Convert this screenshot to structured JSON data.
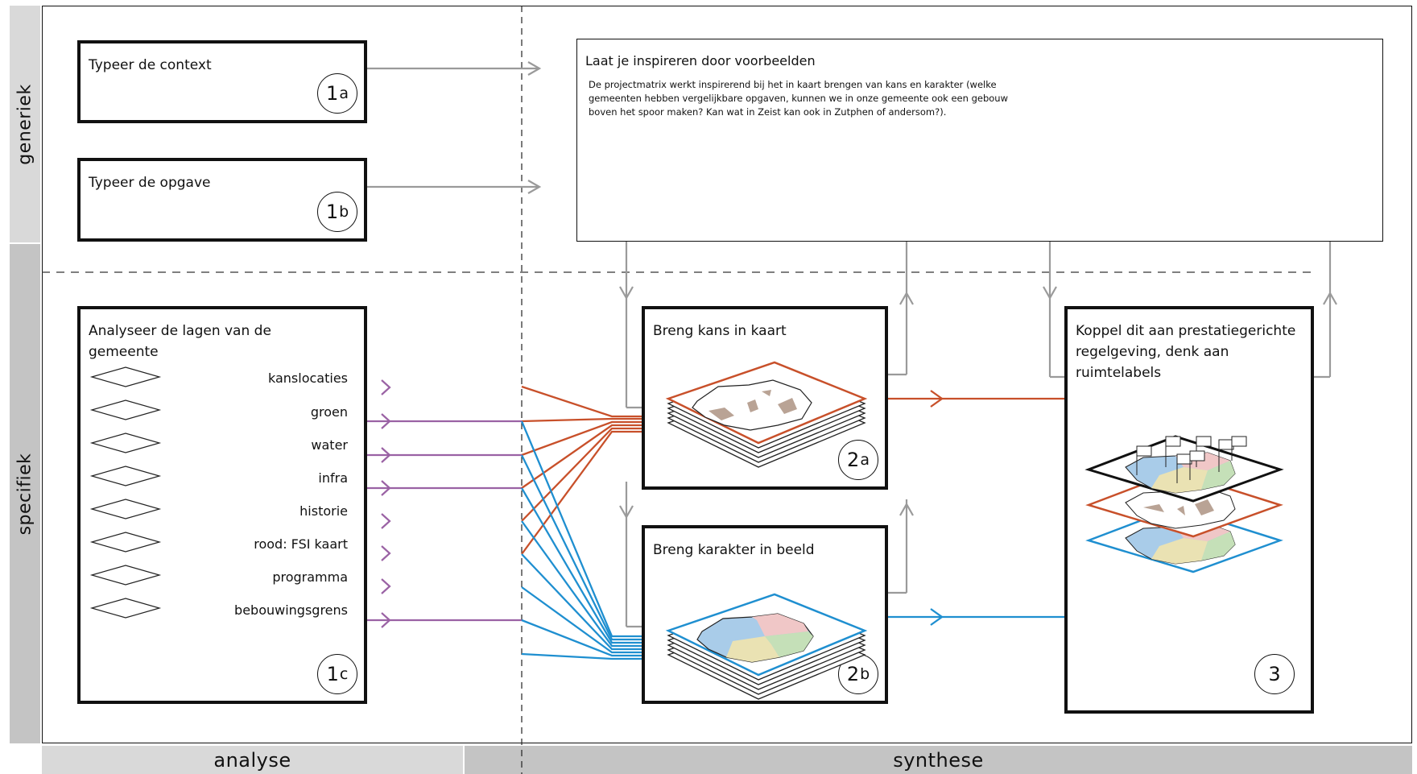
{
  "axes": {
    "rows": [
      "generiek",
      "specifiek"
    ],
    "columns": [
      "analyse",
      "synthese"
    ]
  },
  "steps": {
    "s1a": {
      "title": "Typeer de context",
      "badge_num": "1",
      "badge_letter": "a"
    },
    "s1b": {
      "title": "Typeer de opgave",
      "badge_num": "1",
      "badge_letter": "b"
    },
    "s1c": {
      "title": "Analyseer de lagen van de gemeente",
      "badge_num": "1",
      "badge_letter": "c",
      "layers": [
        "kanslocaties",
        "groen",
        "water",
        "infra",
        "historie",
        "rood: FSI kaart",
        "programma",
        "bebouwingsgrens"
      ]
    },
    "inspire": {
      "title": "Laat je inspireren door voorbeelden",
      "description": "De projectmatrix werkt inspirerend bij het in kaart brengen van kans en karakter (welke gemeenten hebben vergelijkbare opgaven, kunnen we in onze gemeente ook een gebouw boven het spoor maken? Kan wat in Zeist kan ook in Zutphen of andersom?)."
    },
    "s2a": {
      "title": "Breng kans in kaart",
      "badge_num": "2",
      "badge_letter": "a"
    },
    "s2b": {
      "title": "Breng karakter in beeld",
      "badge_num": "2",
      "badge_letter": "b"
    },
    "s3": {
      "title": "Koppel dit aan prestatiegerichte regelgeving, denk aan ruimtelabels",
      "badge_num": "3"
    }
  },
  "colors": {
    "kans": "#c8502a",
    "karakter": "#1f8fd0",
    "layer_arrows": "#9a62a4",
    "flow": "#9a9a9a",
    "band_generiek": "#d9d9d9",
    "band_specifiek": "#c4c4c4",
    "band_analyse": "#d9d9d9",
    "band_synthese": "#c4c4c4"
  },
  "icons": [
    "layer-diamond-icon",
    "stacked-map-icon",
    "flag-icon"
  ]
}
